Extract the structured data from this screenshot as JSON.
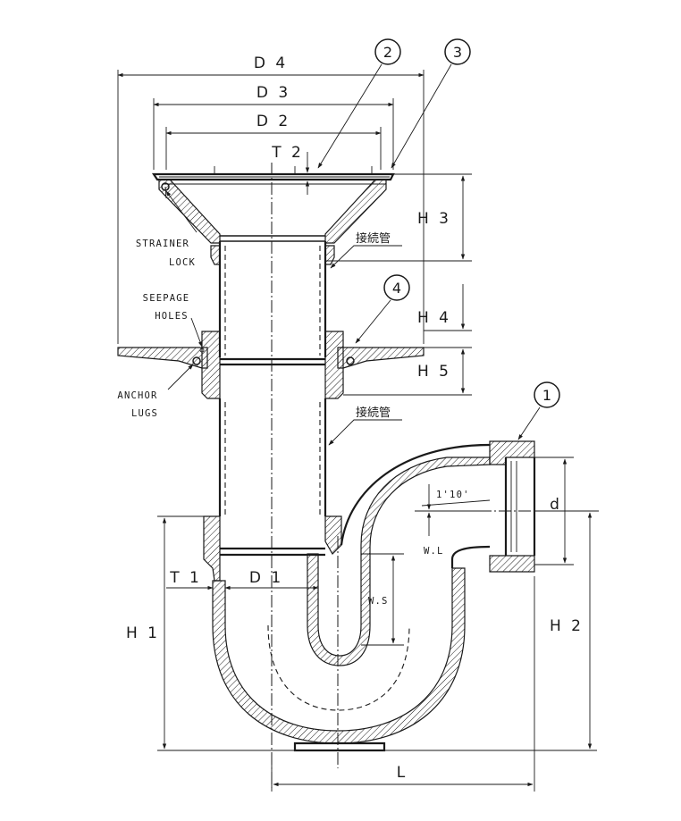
{
  "dimensions": {
    "D4": "D 4",
    "D3": "D 3",
    "D2": "D 2",
    "D1": "D 1",
    "T2": "T 2",
    "T1": "T 1",
    "H1": "H 1",
    "H2": "H 2",
    "H3": "H 3",
    "H4": "H 4",
    "H5": "H 5",
    "L": "L",
    "d": "d"
  },
  "callouts": [
    "1",
    "2",
    "3",
    "4"
  ],
  "notes": {
    "strainer_lock_1": "STRAINER",
    "strainer_lock_2": "LOCK",
    "seepage_1": "SEEPAGE",
    "seepage_2": "HOLES",
    "anchor_1": "ANCHOR",
    "anchor_2": "LUGS",
    "connection_pipe_upper": "接続管",
    "connection_pipe_lower": "接続管",
    "slope": "1'10'",
    "water_level": "W.L",
    "water_seal": "W.S"
  }
}
